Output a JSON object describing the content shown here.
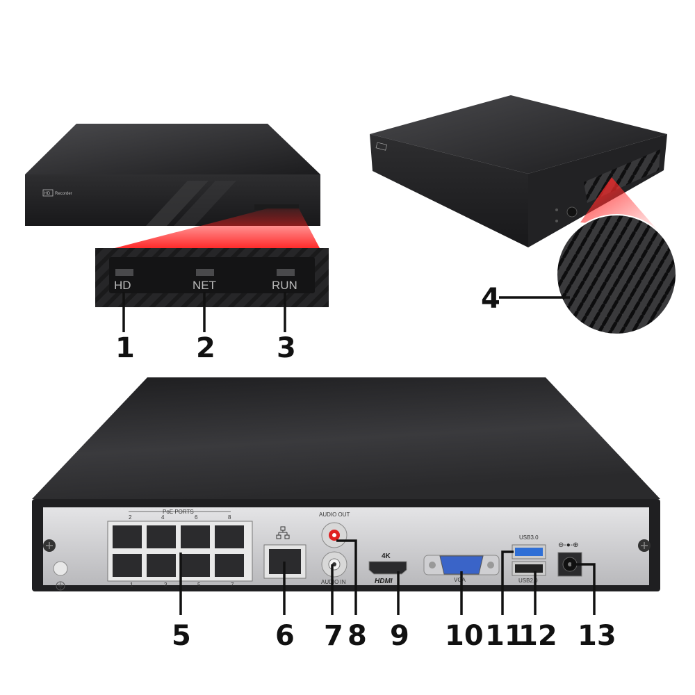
{
  "front_unit": {
    "logo_hd": "HD",
    "logo_text": "Recorder",
    "led_labels": [
      "HD",
      "NET",
      "RUN"
    ]
  },
  "rear_panel": {
    "poe_ports_label": "PoE PORTS",
    "poe_top_numbers": [
      "2",
      "4",
      "6",
      "8"
    ],
    "poe_bottom_numbers": [
      "1",
      "3",
      "5",
      "7"
    ],
    "audio_out_label": "AUDIO OUT",
    "audio_in_label": "AUDIO IN",
    "hdmi_badge": "4K",
    "hdmi_label": "HDMI",
    "vga_label": "VGA",
    "usb3_label": "USB3.0",
    "usb2_label": "USB2.0",
    "dc_symbol": "⊖-●-⊕"
  },
  "callouts": [
    "1",
    "2",
    "3",
    "4",
    "5",
    "6",
    "7",
    "8",
    "9",
    "10",
    "11",
    "12",
    "13"
  ],
  "colors": {
    "chassis": "#2b2b2d",
    "panel": "#c9c9cb",
    "highlight": "#ff1a1a",
    "vga_blue": "#3a64c8",
    "usb_blue": "#2f6fd6"
  }
}
